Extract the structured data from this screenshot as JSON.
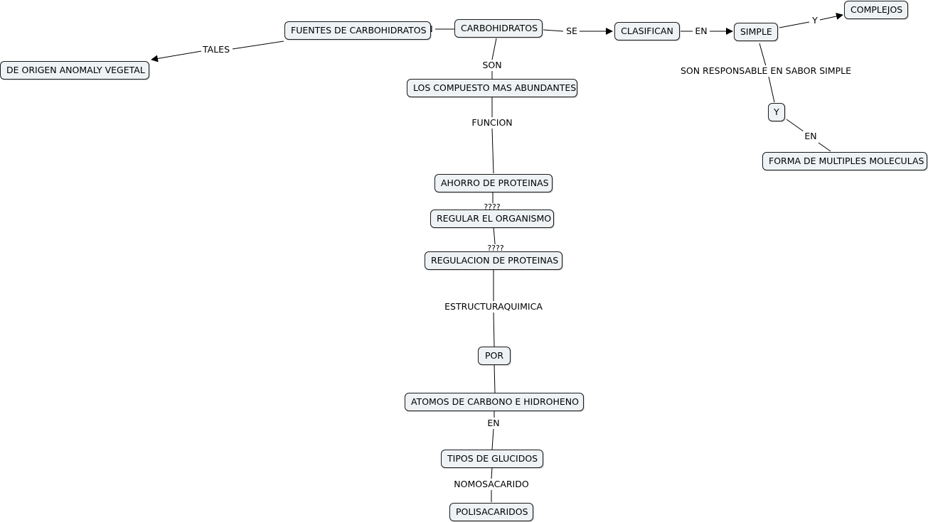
{
  "concept_map": {
    "nodes": {
      "carbohidratos": "CARBOHIDRATOS",
      "fuentes": "FUENTES DE CARBOHIDRATOS",
      "origen": "DE ORIGEN ANOMALY VEGETAL",
      "clasifican": "CLASIFICAN",
      "simple": "SIMPLE",
      "complejos": "COMPLEJOS",
      "y": "Y",
      "forma": "FORMA DE MULTIPLES MOLECULAS",
      "compuesto": "LOS COMPUESTO MAS ABUNDANTES",
      "ahorro": "AHORRO DE PROTEINAS",
      "regular": "REGULAR EL ORGANISMO",
      "regulacion": "REGULACION DE PROTEINAS",
      "por": "POR",
      "atomos": "ATOMOS DE CARBONO E HIDROHENO",
      "tipos": "TIPOS DE GLUCIDOS",
      "polisacaridos": "POLISACARIDOS"
    },
    "link_labels": {
      "tales": "TALES",
      "n_partial": "N",
      "se": "SE",
      "en_clasifican": "EN",
      "y_complejos": "Y",
      "son_responsable": "SON RESPONSABLE EN SABOR SIMPLE",
      "en_forma": "EN",
      "son": "SON",
      "funcion": "FUNCION",
      "q1": "????",
      "q2": "????",
      "estructura": "ESTRUCTURAQUIMICA",
      "en_atomos": "EN",
      "nomosacarido": "NOMOSACARIDO"
    }
  }
}
